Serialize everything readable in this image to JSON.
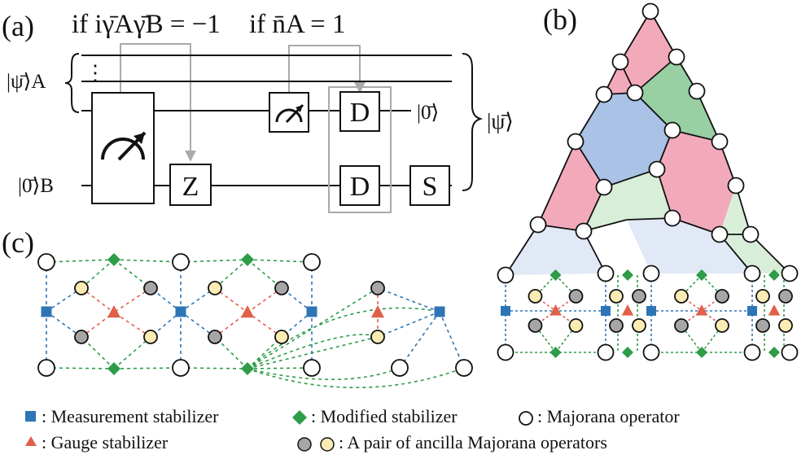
{
  "panel_a": {
    "label": "(a)",
    "cond1": "if iγ̄Aγ̄B = −1",
    "cond2": "if n̄A = 1",
    "psiA": "|ψ̄⟩A",
    "zeroB": "|0̄⟩B",
    "zero_out": "|0̄⟩",
    "psi_out": "|ψ̄⟩",
    "gate_z": "Z",
    "gate_d": "D",
    "gate_s": "S",
    "dots": "⋮"
  },
  "panel_b": {
    "label": "(b)"
  },
  "panel_c": {
    "label": "(c)"
  },
  "legend": {
    "measurement": ": Measurement stabilizer",
    "modified": ": Modified stabilizer",
    "majorana": ": Majorana operator",
    "gauge": ": Gauge stabilizer",
    "ancilla": ": A pair of ancilla Majorana operators"
  },
  "colors": {
    "blue_marker": "#2e75b6",
    "green_marker": "#2e9c48",
    "red_marker": "#e0604a",
    "gray_ancilla": "#a6a6a6",
    "yellow_ancilla": "#fbecb4",
    "pink_face": "#f2aabb",
    "green_face": "#98cfa3",
    "blue_face": "#a9c2e6",
    "light_green_face": "#d8eed9",
    "light_blue_face": "#e1e9f6"
  }
}
